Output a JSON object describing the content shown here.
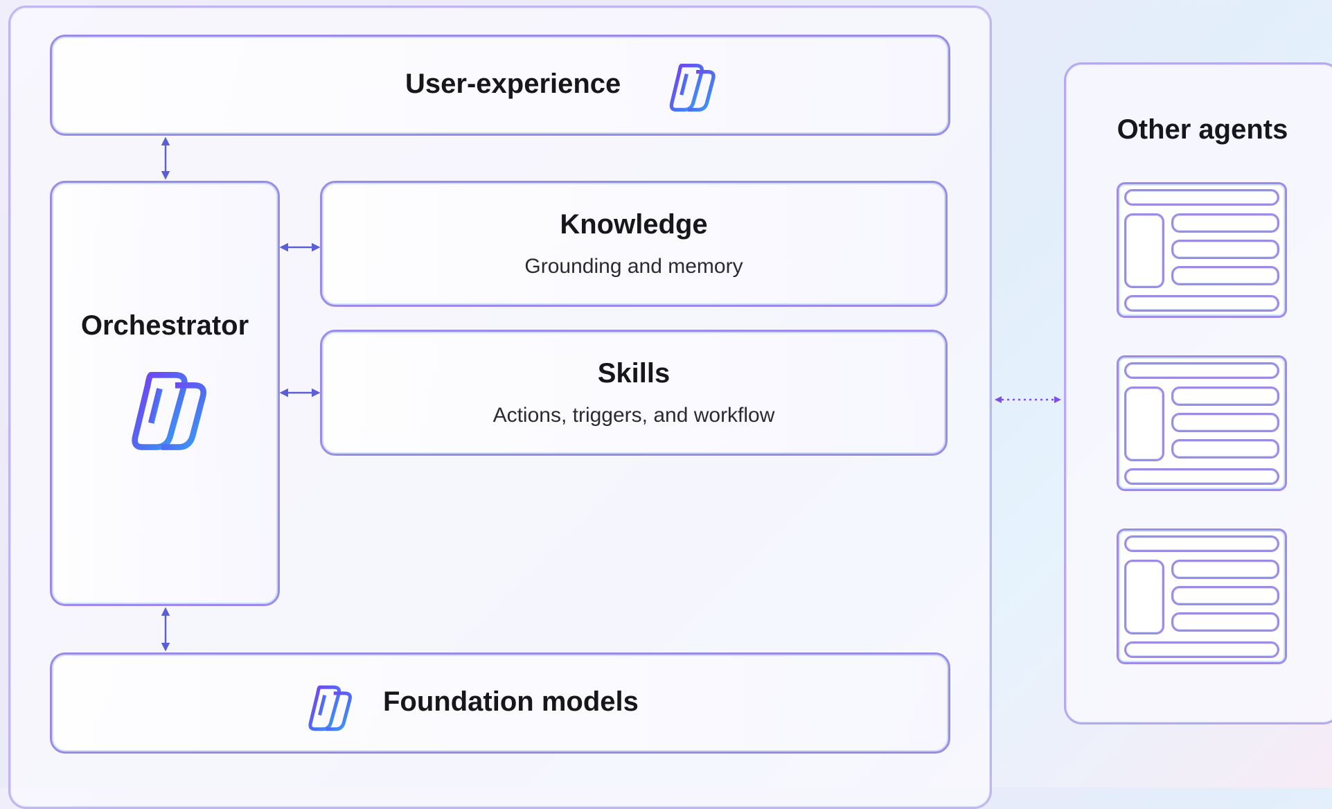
{
  "user_experience": {
    "label": "User-experience"
  },
  "orchestrator": {
    "label": "Orchestrator"
  },
  "knowledge": {
    "label": "Knowledge",
    "subtitle": "Grounding and memory"
  },
  "skills": {
    "label": "Skills",
    "subtitle": "Actions, triggers, and workflow"
  },
  "foundation_models": {
    "label": "Foundation models"
  },
  "other_agents": {
    "label": "Other agents",
    "agent_count": 3
  },
  "icons": {
    "copilot": "copilot-logo-icon",
    "arrows": "double-headed-arrow-icon",
    "agent": "agent-card-icon"
  },
  "colors": {
    "border": "#9b8ae6",
    "arrow": "#5a5fd6",
    "logo_start": "#6a3df0",
    "logo_end": "#3fa0f5"
  }
}
